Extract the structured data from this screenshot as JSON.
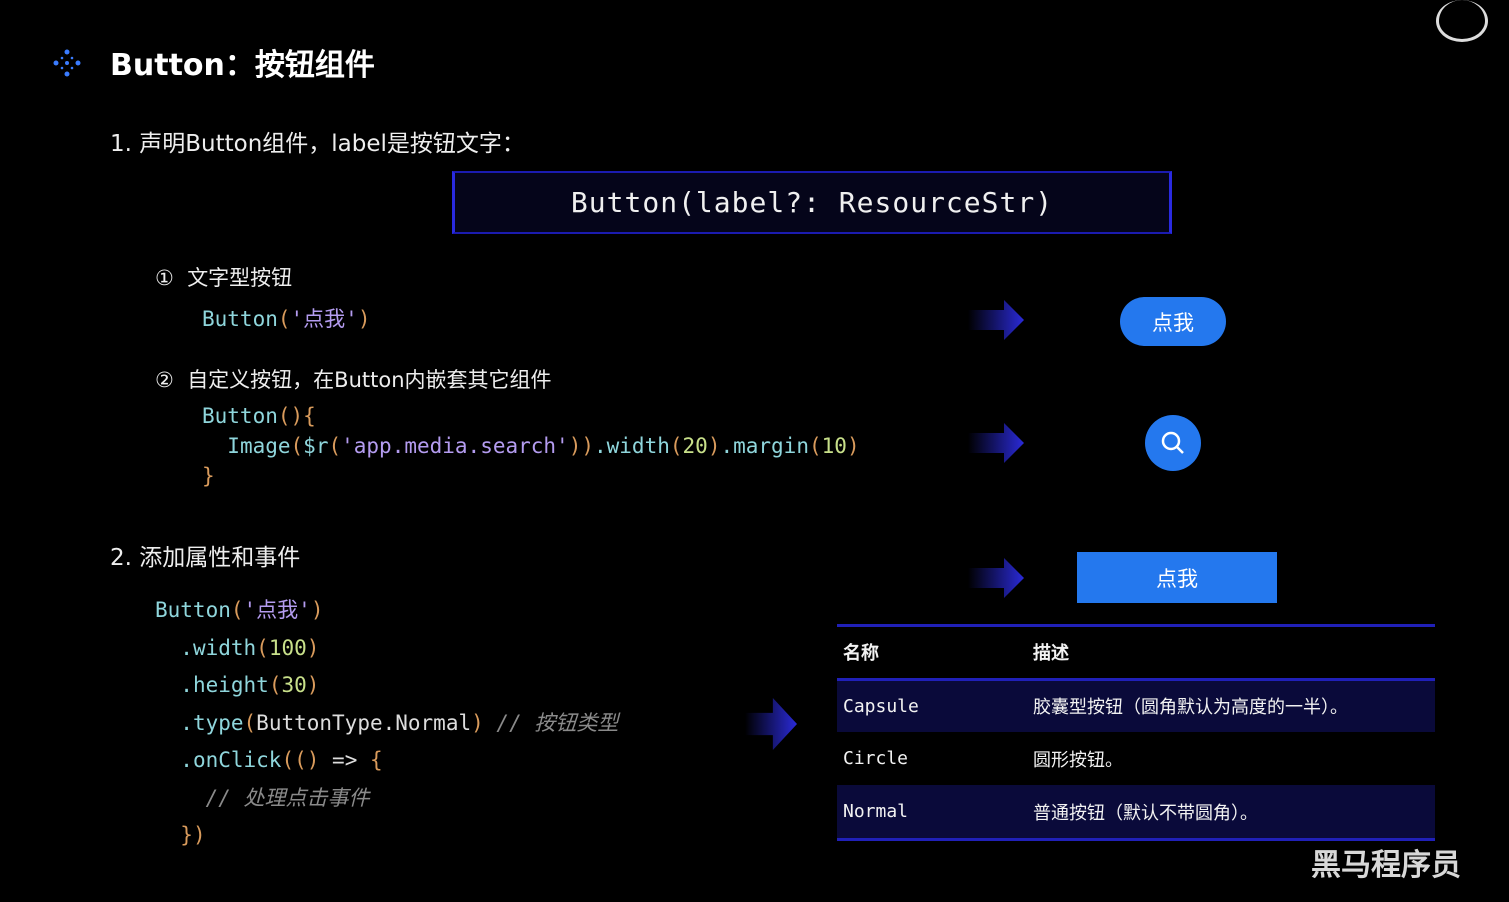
{
  "title": "Button：按钮组件",
  "section1": "1. 声明Button组件，label是按钮文字：",
  "signature": "Button(label?: ResourceStr)",
  "item1": {
    "num": "①",
    "label": "文字型按钮"
  },
  "item2": {
    "num": "②",
    "label": "自定义按钮，在Button内嵌套其它组件"
  },
  "code1": {
    "fn": "Button",
    "open": "(",
    "str": "'点我'",
    "close": ")"
  },
  "code2": {
    "l1_fn": "Button",
    "l1_p": "(){",
    "l2_fn": "Image",
    "l2_p1": "(",
    "l2_fn2": "$r",
    "l2_p2": "(",
    "l2_str": "'app.media.search'",
    "l2_p3": "))",
    "l2_m1": ".width",
    "l2_p4": "(",
    "l2_n1": "20",
    "l2_p5": ")",
    "l2_m2": ".margin",
    "l2_p6": "(",
    "l2_n2": "10",
    "l2_p7": ")",
    "l3": "}"
  },
  "section2": "2. 添加属性和事件",
  "code3": {
    "fn": "Button",
    "p1": "(",
    "str": "'点我'",
    "p2": ")",
    "width": ".width",
    "w": "100",
    "height": ".height",
    "h": "30",
    "type": ".type",
    "typeval": "ButtonType.Normal",
    "typecm": "// 按钮类型",
    "onclick": ".onClick",
    "oc1": "((",
    "oc2": ")",
    "arrow": " => ",
    "brace": "{",
    "cm": "// 处理点击事件",
    "end": "})",
    "lp": "(",
    "rp": ")"
  },
  "demo_button": "点我",
  "demo_capsule": "点我",
  "table": {
    "headers": [
      "名称",
      "描述"
    ],
    "rows": [
      [
        "Capsule",
        "胶囊型按钮（圆角默认为高度的一半）。"
      ],
      [
        "Circle",
        "圆形按钮。"
      ],
      [
        "Normal",
        "普通按钮（默认不带圆角）。"
      ]
    ]
  },
  "watermark": "黑马程序员",
  "colors": {
    "accent": "#2478ee",
    "border": "#2020b8"
  }
}
